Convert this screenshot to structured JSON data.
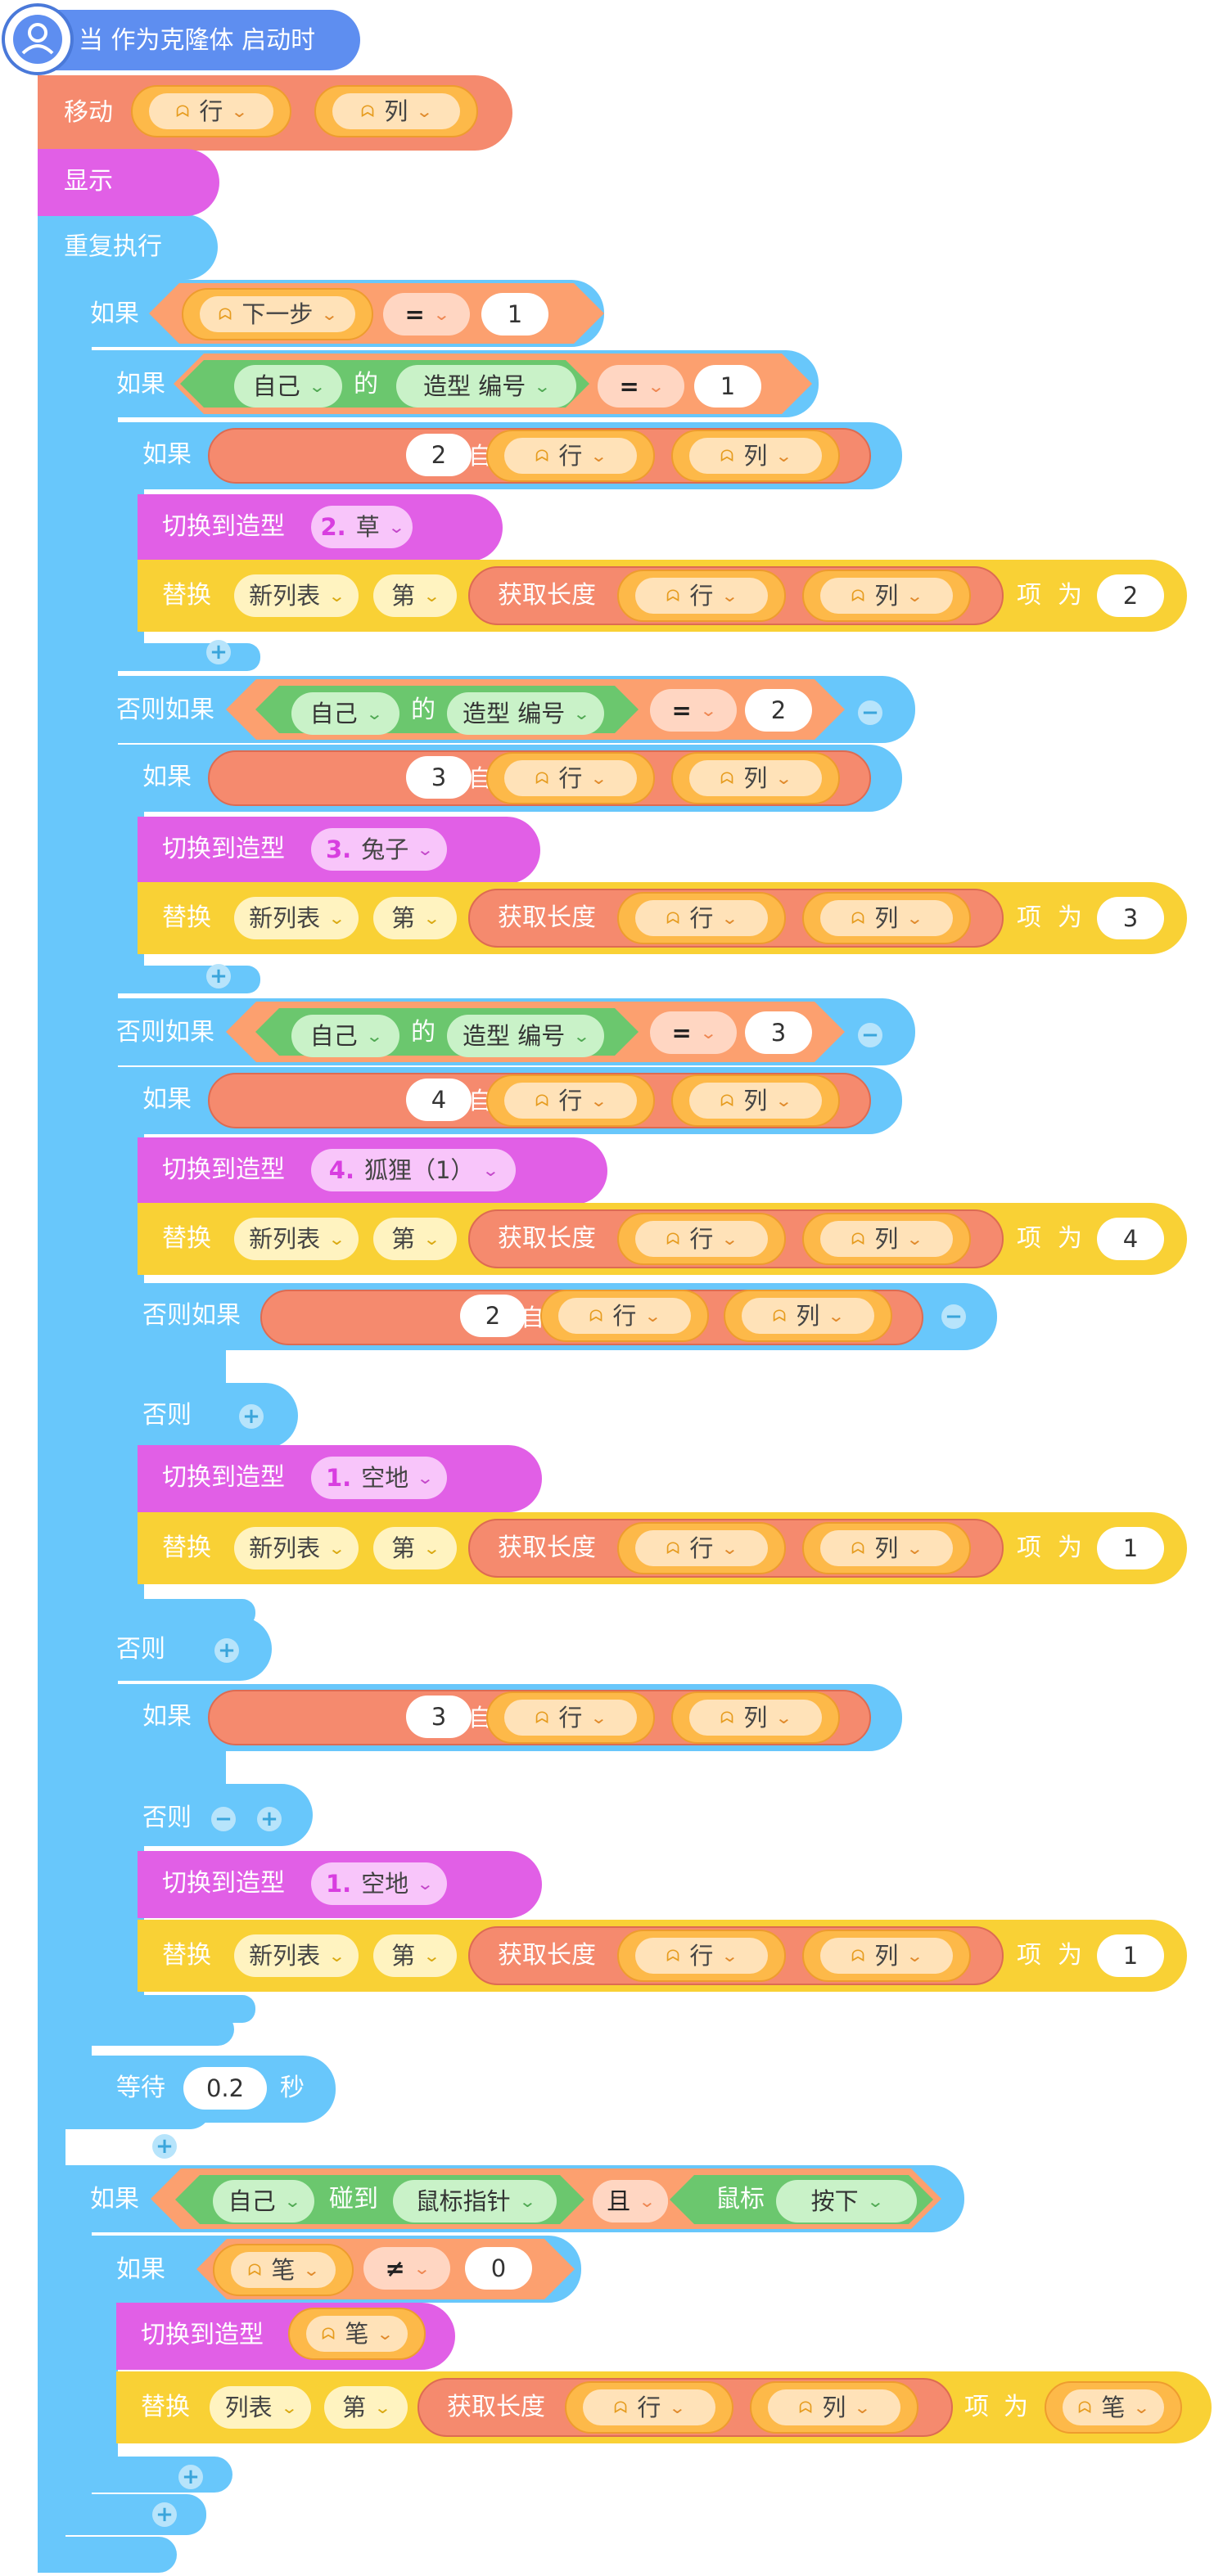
{
  "hat": {
    "label": "当 作为克隆体 启动时",
    "icon": "avatar-icon"
  },
  "colors": {
    "events": "#5e8ef0",
    "motion": "#f58a6e",
    "looks": "#e15fe6",
    "control": "#68c7fb",
    "sensing": "#6bc76e",
    "operator": "#fca06f",
    "variable": "#fdb949",
    "list": "#f9d135",
    "text_white": "#ffffff",
    "dark_text": "#333333"
  },
  "w": {
    "move": "移动",
    "show": "显示",
    "forever": "重复执行",
    "if": "如果",
    "else_if": "否则如果",
    "else": "否则",
    "then_as": "为",
    "item": "项",
    "replace": "替换",
    "switch_costume": "切换到造型",
    "get_length": "获取长度",
    "around_self": "自己的四周有",
    "wait": "等待",
    "seconds": "秒",
    "of": "的",
    "touching": "碰到",
    "and": "且",
    "mouse": "鼠标"
  },
  "dd": {
    "row": "行",
    "col": "列",
    "next_step": "下一步",
    "eq": "=",
    "neq": "≠",
    "self": "自己",
    "costume_num": "造型 编号",
    "new_list": "新列表",
    "list": "列表",
    "nth": "第",
    "mouse_pointer": "鼠标指针",
    "pressed": "按下",
    "pen": "笔"
  },
  "n": {
    "one": "1",
    "two": "2",
    "three": "3",
    "four": "4",
    "zero": "0",
    "wait_time": "0.2"
  },
  "costumes": {
    "c2_num": "2.",
    "c2_name": "草",
    "c3_num": "3.",
    "c3_name": "兔子",
    "c4_num": "4.",
    "c4_name": "狐狸（1）",
    "c1_num": "1.",
    "c1_name": "空地"
  }
}
